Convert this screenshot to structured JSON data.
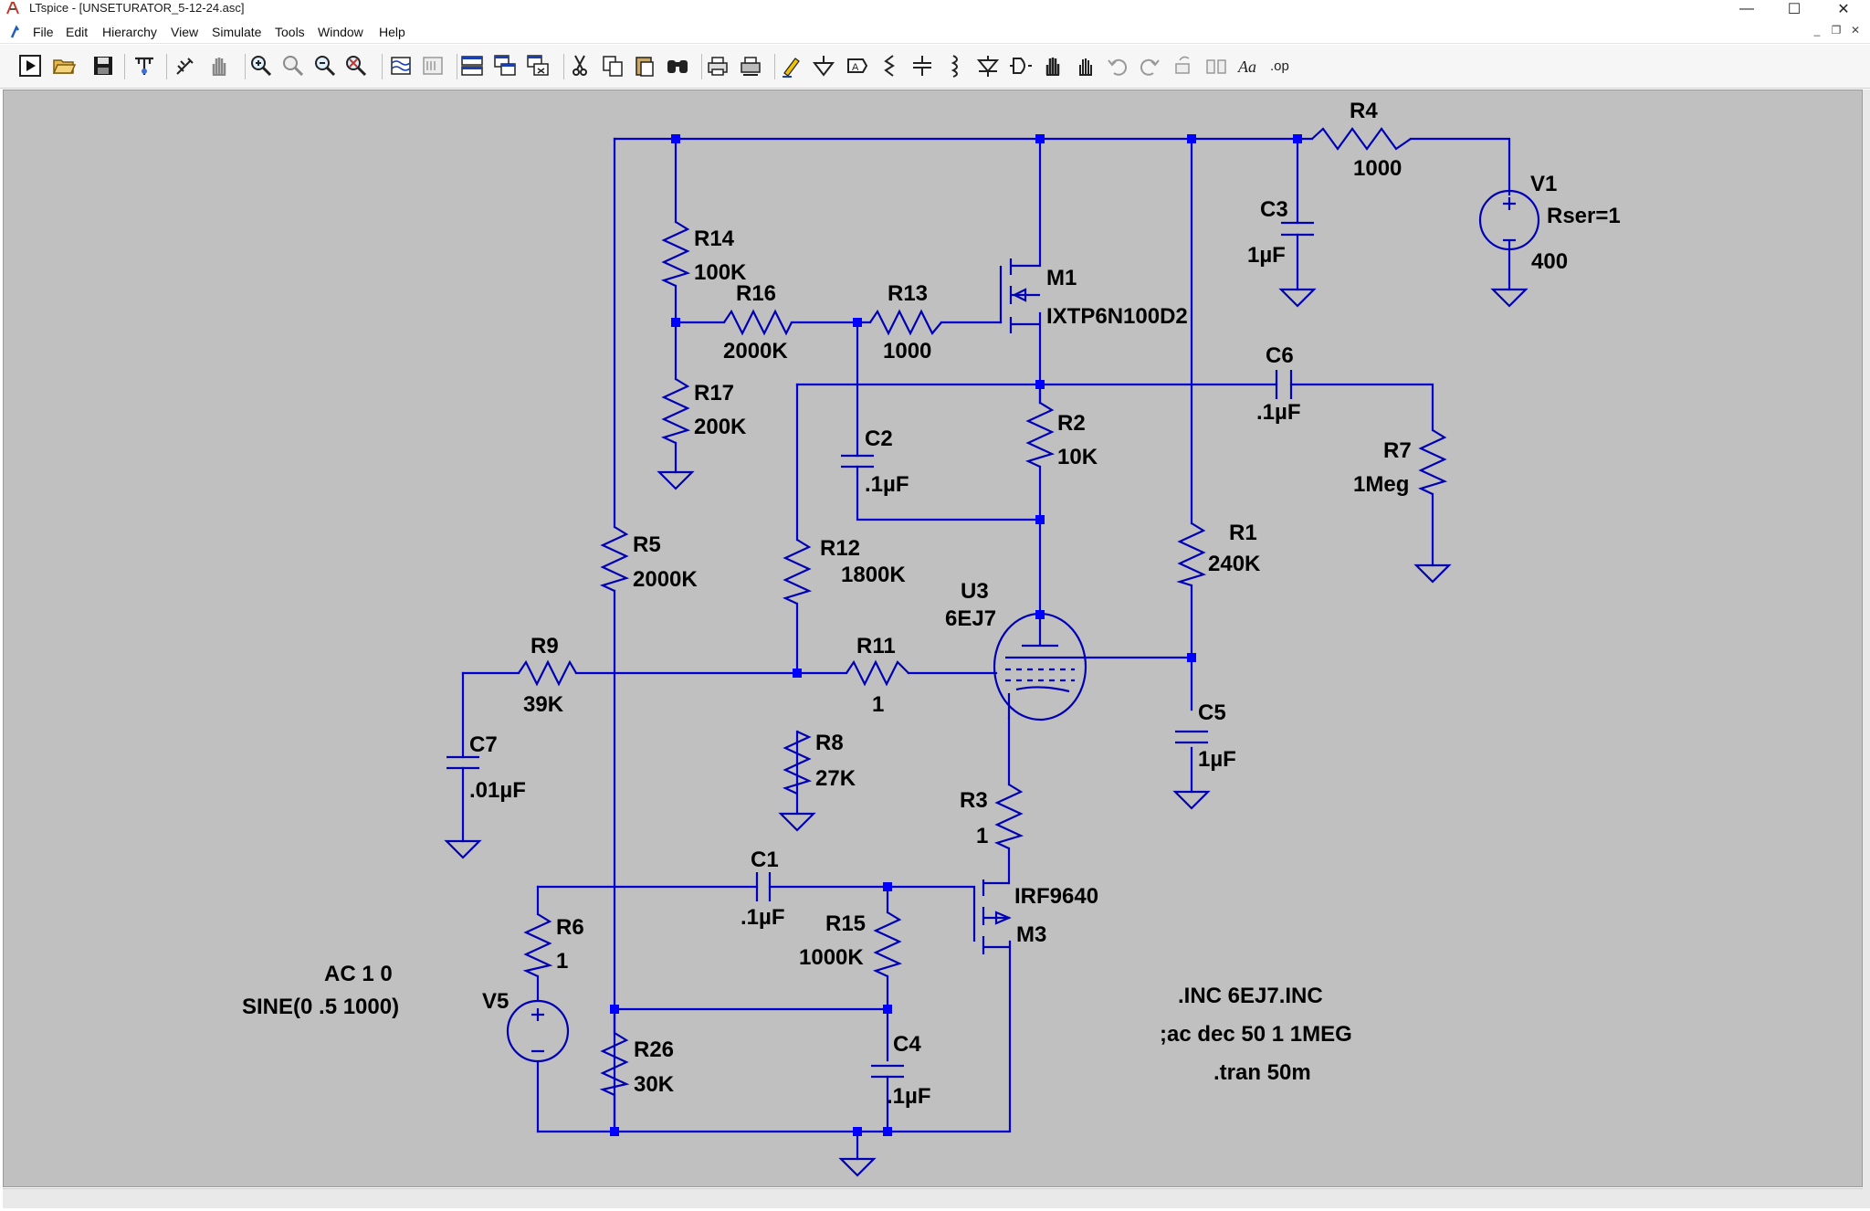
{
  "window": {
    "title": "LTspice - [UNSETURATOR_5-12-24.asc]",
    "controls": {
      "minimize": "—",
      "maximize": "☐",
      "close": "✕"
    }
  },
  "menu": {
    "items": [
      "File",
      "Edit",
      "Hierarchy",
      "View",
      "Simulate",
      "Tools",
      "Window",
      "Help"
    ],
    "mdi_controls": {
      "minimize": "_",
      "restore": "❐",
      "close": "✕"
    }
  },
  "toolbar": {
    "icons": [
      "run-icon",
      "open-icon",
      "save-icon",
      "control-panel-icon",
      "halt-icon",
      "pan-icon",
      "zoom-in-icon",
      "zoom-area-icon",
      "zoom-out-icon",
      "zoom-fit-icon",
      "tile-icon",
      "cascade-icon",
      "window-horizontal-icon",
      "window-cascade-icon",
      "window-close-icon",
      "cut-icon",
      "copy-icon",
      "paste-icon",
      "find-icon",
      "print-icon",
      "print-setup-icon",
      "draw-wire-icon",
      "ground-icon",
      "label-net-icon",
      "resistor-icon",
      "capacitor-icon",
      "inductor-icon",
      "diode-icon",
      "component-icon",
      "move-icon",
      "drag-icon",
      "undo-icon",
      "redo-icon",
      "rotate-icon",
      "mirror-icon",
      "text-icon",
      "spice-directive-icon"
    ],
    "text_icon_label": "Aa",
    "spice_icon_label": ".op"
  },
  "schematic": {
    "components": [
      {
        "id": "R4",
        "name": "R4",
        "value": "1000"
      },
      {
        "id": "V1",
        "name": "V1",
        "value": "400",
        "attr": "Rser=1"
      },
      {
        "id": "C3",
        "name": "C3",
        "value": "1µF"
      },
      {
        "id": "R14",
        "name": "R14",
        "value": "100K"
      },
      {
        "id": "R16",
        "name": "R16",
        "value": "2000K"
      },
      {
        "id": "R13",
        "name": "R13",
        "value": "1000"
      },
      {
        "id": "M1",
        "name": "M1",
        "value": "IXTP6N100D2"
      },
      {
        "id": "C6",
        "name": "C6",
        "value": ".1µF"
      },
      {
        "id": "R17",
        "name": "R17",
        "value": "200K"
      },
      {
        "id": "C2",
        "name": "C2",
        "value": ".1µF"
      },
      {
        "id": "R2",
        "name": "R2",
        "value": "10K"
      },
      {
        "id": "R7",
        "name": "R7",
        "value": "1Meg"
      },
      {
        "id": "R5",
        "name": "R5",
        "value": "2000K"
      },
      {
        "id": "R12",
        "name": "R12",
        "value": "1800K"
      },
      {
        "id": "R1",
        "name": "R1",
        "value": "240K"
      },
      {
        "id": "U3",
        "name": "U3",
        "value": "6EJ7"
      },
      {
        "id": "R9",
        "name": "R9",
        "value": "39K"
      },
      {
        "id": "R11",
        "name": "R11",
        "value": "1"
      },
      {
        "id": "C7",
        "name": "C7",
        "value": ".01µF"
      },
      {
        "id": "R8",
        "name": "R8",
        "value": "27K"
      },
      {
        "id": "C5",
        "name": "C5",
        "value": "1µF"
      },
      {
        "id": "R3",
        "name": "R3",
        "value": "1"
      },
      {
        "id": "C1",
        "name": "C1",
        "value": ".1µF"
      },
      {
        "id": "M3",
        "name": "M3",
        "value": "IRF9640"
      },
      {
        "id": "R6",
        "name": "R6",
        "value": "1"
      },
      {
        "id": "R15",
        "name": "R15",
        "value": "1000K"
      },
      {
        "id": "V5",
        "name": "V5",
        "value": ""
      },
      {
        "id": "R26",
        "name": "R26",
        "value": "30K"
      },
      {
        "id": "C4",
        "name": "C4",
        "value": ".1µF"
      }
    ],
    "v5_spec": {
      "line1": "AC 1 0",
      "line2": "SINE(0 .5 1000)"
    },
    "directives": [
      ".INC 6EJ7.INC",
      ";ac dec 50 1 1MEG",
      ".tran 50m"
    ],
    "colors": {
      "background": "#c0c0c0",
      "wire": "#0000d0",
      "component": "#0000b4",
      "junction": "#0000ff",
      "text": "#000000"
    }
  }
}
